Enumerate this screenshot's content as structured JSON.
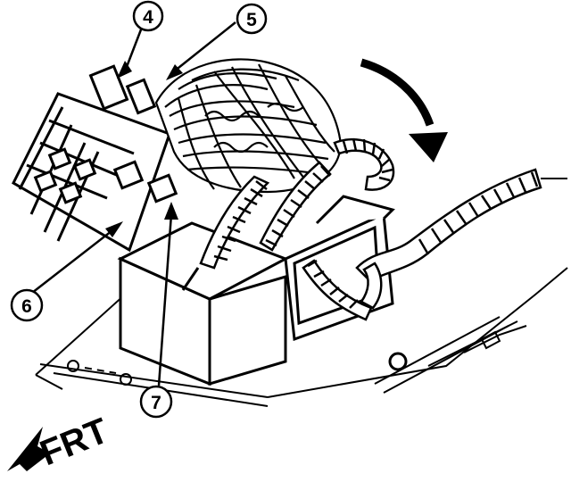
{
  "diagram": {
    "callouts": [
      {
        "id": "4",
        "label": "4"
      },
      {
        "id": "5",
        "label": "5"
      },
      {
        "id": "6",
        "label": "6"
      },
      {
        "id": "7",
        "label": "7"
      }
    ],
    "direction_label": "FRT",
    "colors": {
      "ink": "#000000",
      "paper": "#ffffff"
    }
  }
}
